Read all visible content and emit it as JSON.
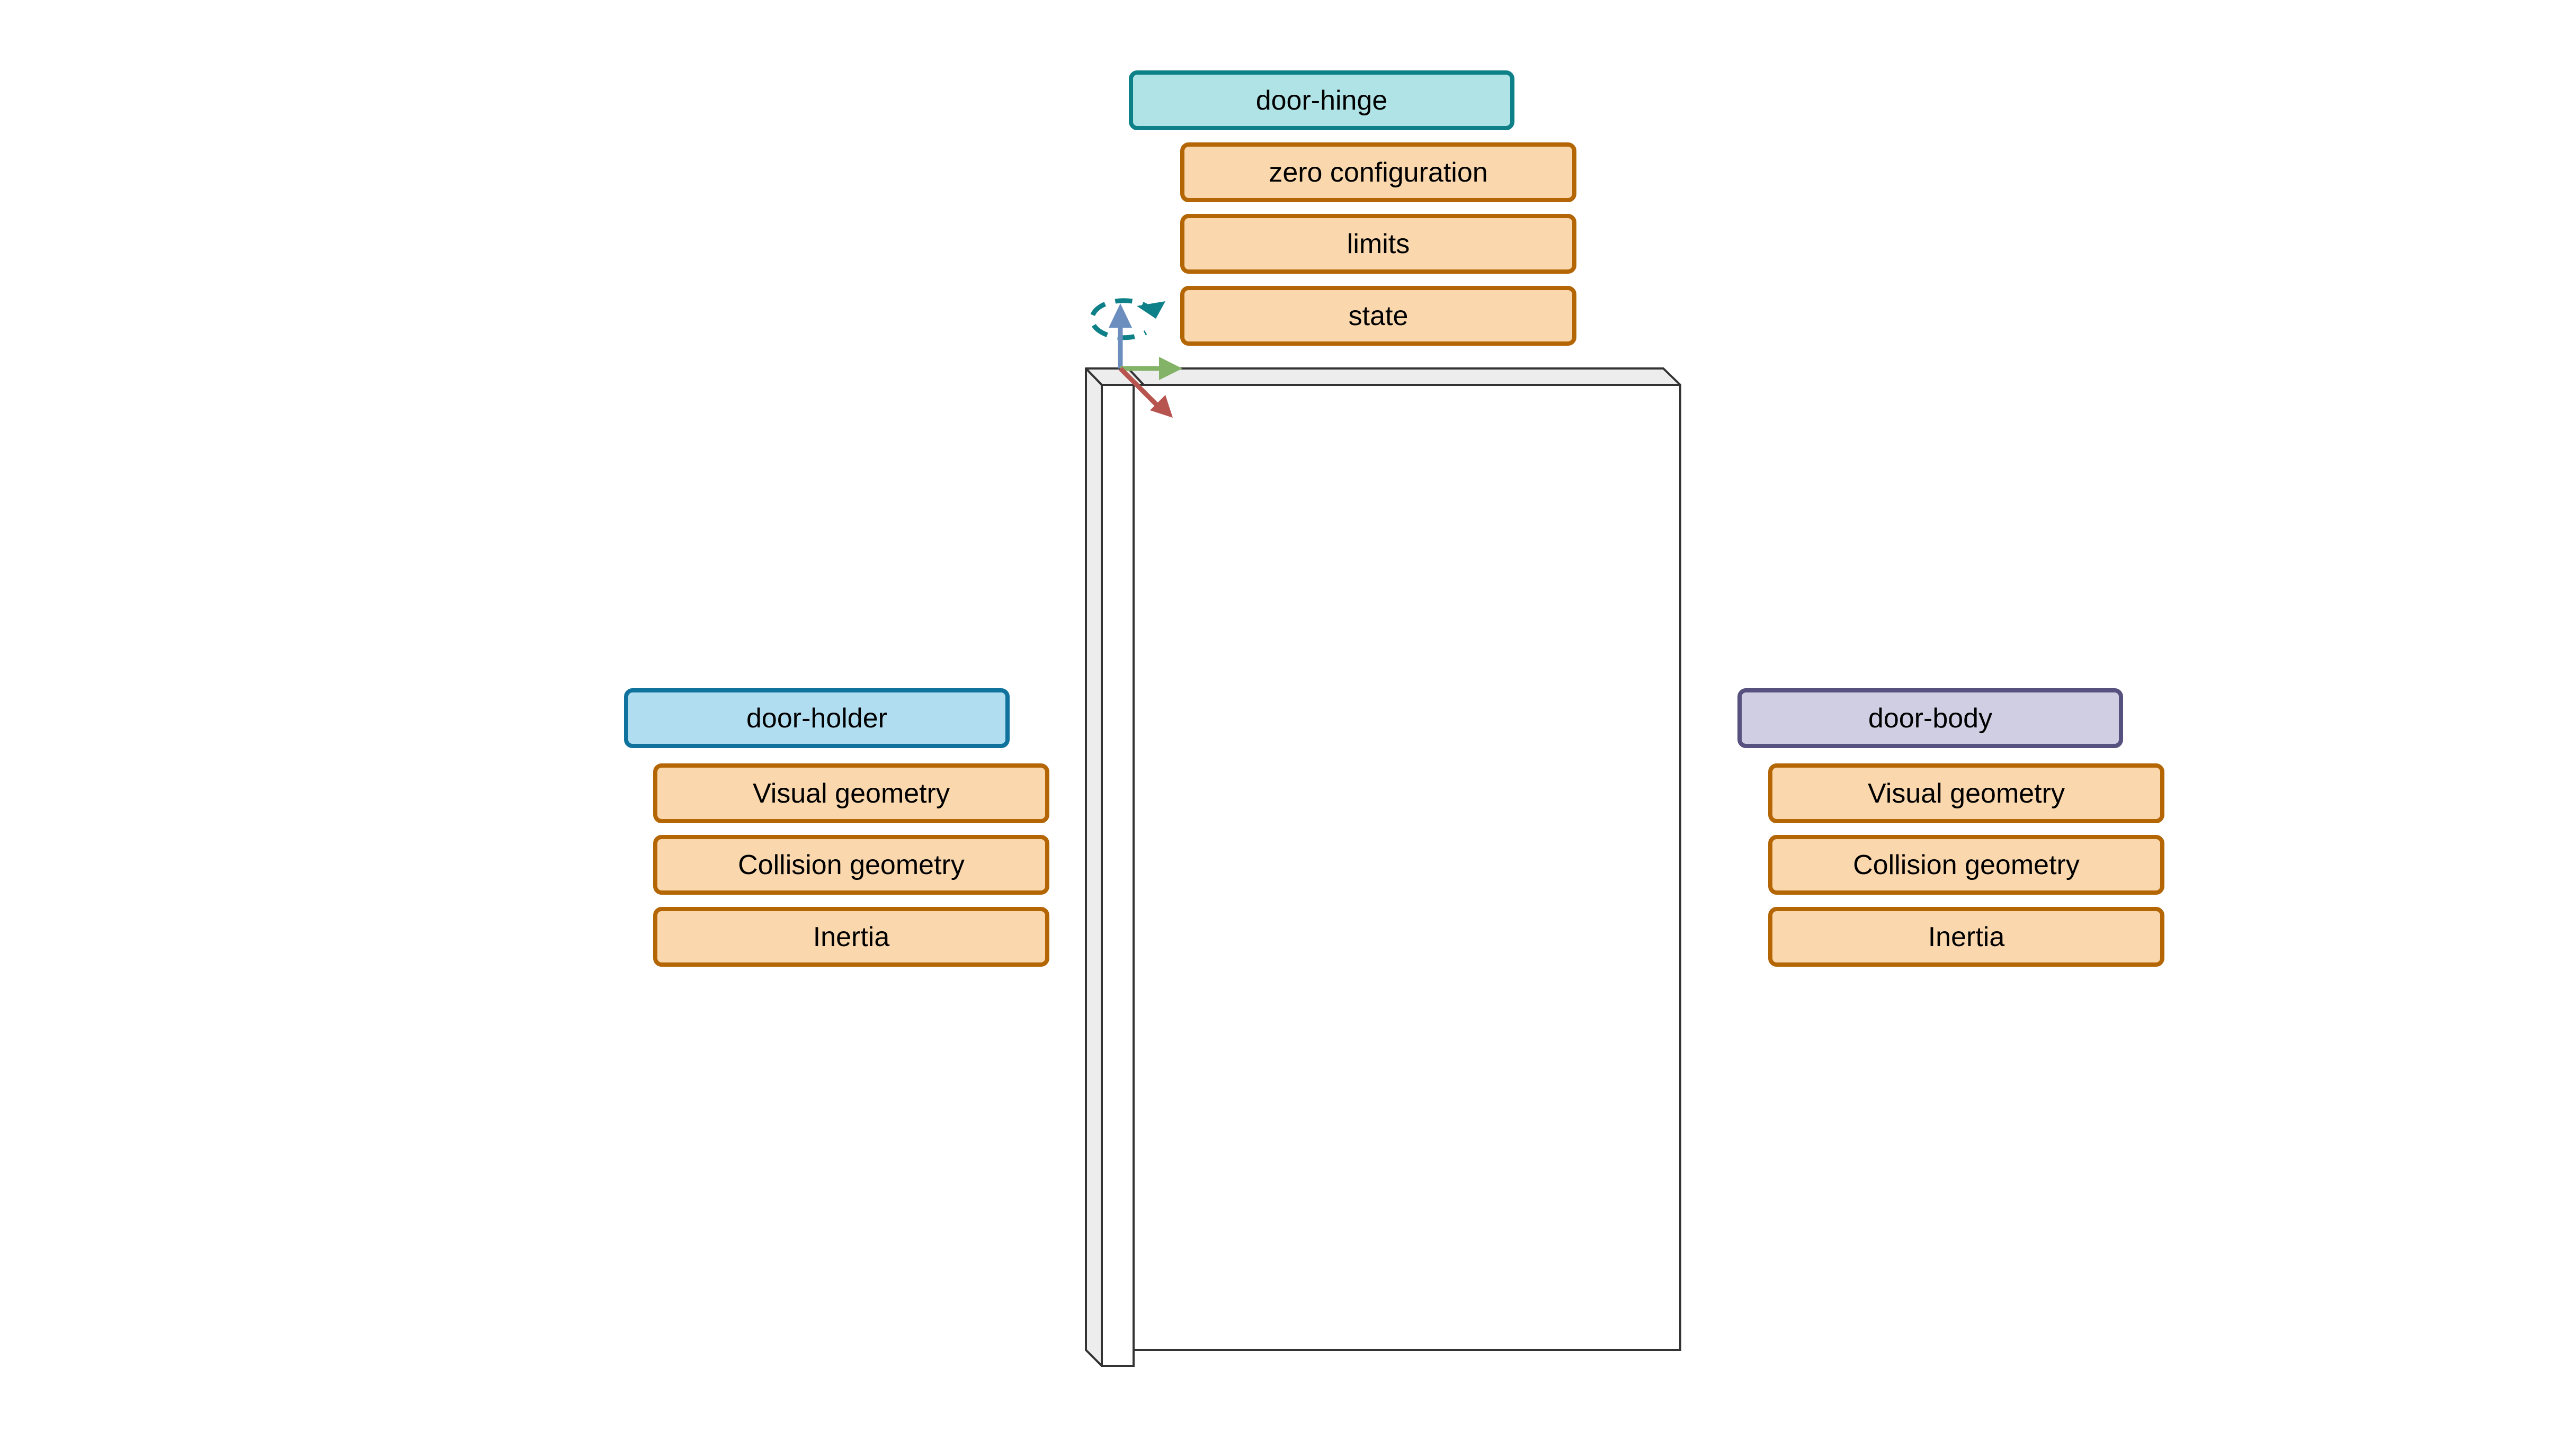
{
  "joint": {
    "title": "door-hinge",
    "properties": [
      "zero configuration",
      "limits",
      "state"
    ]
  },
  "parent_link": {
    "title": "door-holder",
    "properties": [
      "Visual geometry",
      "Collision geometry",
      "Inertia"
    ]
  },
  "child_link": {
    "title": "door-body",
    "properties": [
      "Visual geometry",
      "Collision geometry",
      "Inertia"
    ]
  },
  "colors": {
    "joint_fill": "#b0e3e6",
    "joint_stroke": "#0e8088",
    "parent_fill": "#b1ddf0",
    "parent_stroke": "#10739e",
    "child_fill": "#d0cee2",
    "child_stroke": "#56517e",
    "property_fill": "#fad7ac",
    "property_stroke": "#b46504",
    "axis_x": "#b85450",
    "axis_y": "#82b366",
    "axis_z": "#6c8ebf",
    "rotation": "#0e8088",
    "door_face": "#ffffff",
    "door_edge": "#ededed",
    "outline": "#333333"
  }
}
